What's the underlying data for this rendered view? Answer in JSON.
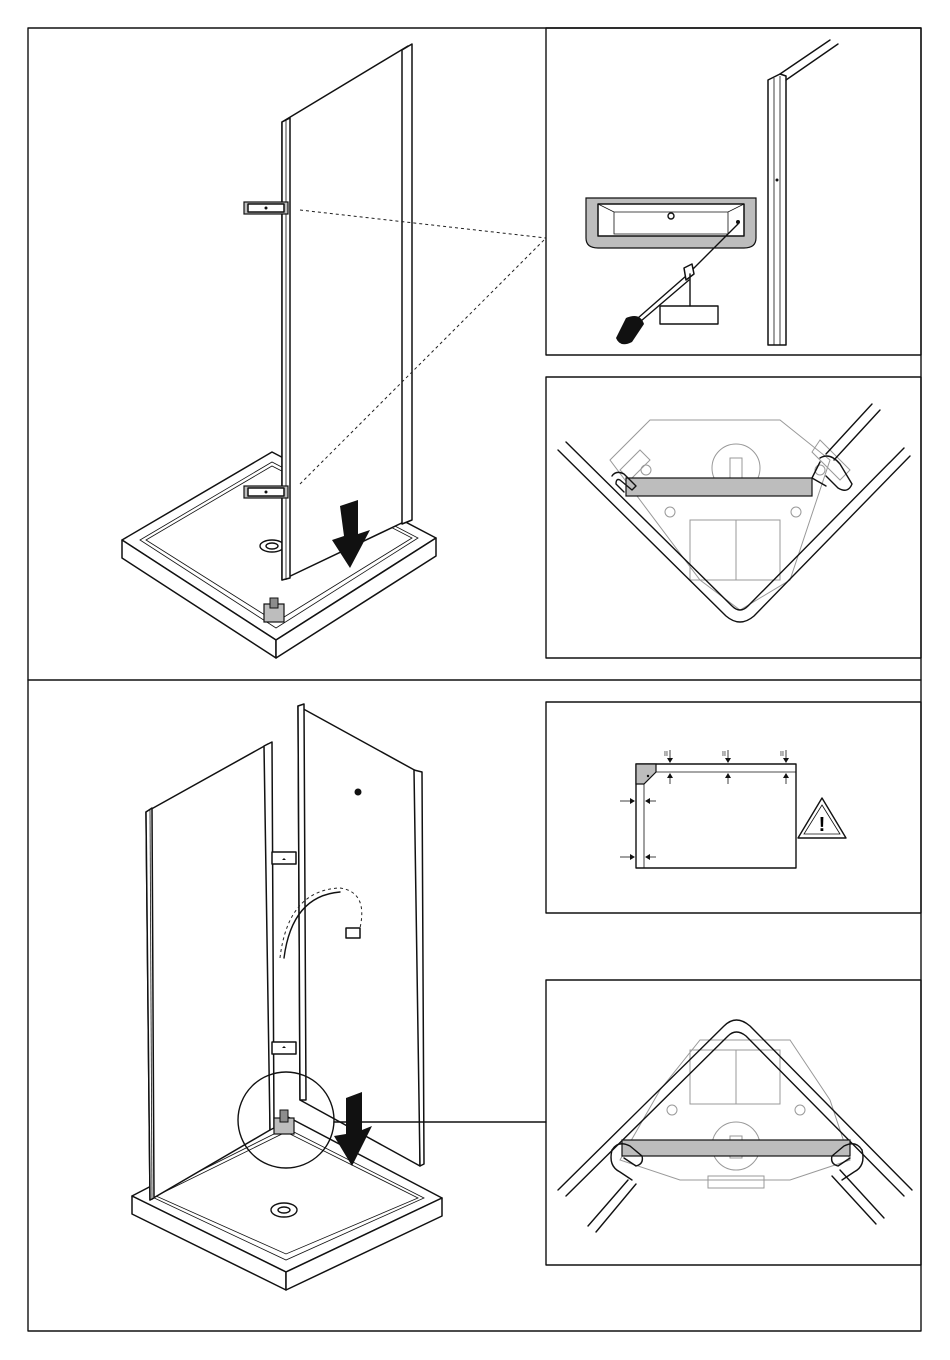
{
  "diagram": {
    "step_top": {
      "panels": [
        "wall-panel-install",
        "bracket-screw-detail",
        "corner-profile-top-view"
      ],
      "callout_box_text": ""
    },
    "step_bottom": {
      "panels": [
        "second-wall-install",
        "clearance-measurement-detail",
        "corner-profile-top-view-2"
      ],
      "warning_symbol": "!"
    },
    "colors": {
      "line": "#111111",
      "fill_grey": "#bdbdbd",
      "background": "#ffffff"
    }
  }
}
